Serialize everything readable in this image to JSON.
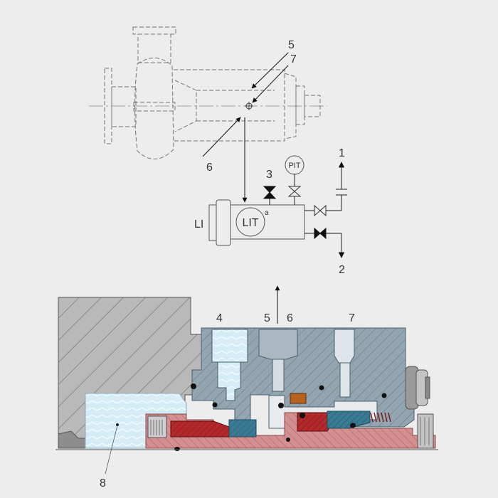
{
  "upper_schematic": {
    "callouts": [
      "5",
      "7",
      "6"
    ],
    "instruments": {
      "level_indicator": "LI",
      "level_transmitter": "LIT",
      "level_transmitter_sub": "a",
      "pressure_transmitter": "PIT"
    },
    "ports": [
      "1",
      "2",
      "3"
    ]
  },
  "lower_section": {
    "callouts": [
      "4",
      "5",
      "6",
      "7",
      "8"
    ]
  },
  "colors": {
    "background": "#ededed",
    "housing": "#93a5b0",
    "bearing": "#b9b9b9",
    "sleeve": "#d48f90",
    "seal_red": "#b3282b",
    "seal_blue": "#3b7a93",
    "fluid": "#d6ecf7"
  }
}
